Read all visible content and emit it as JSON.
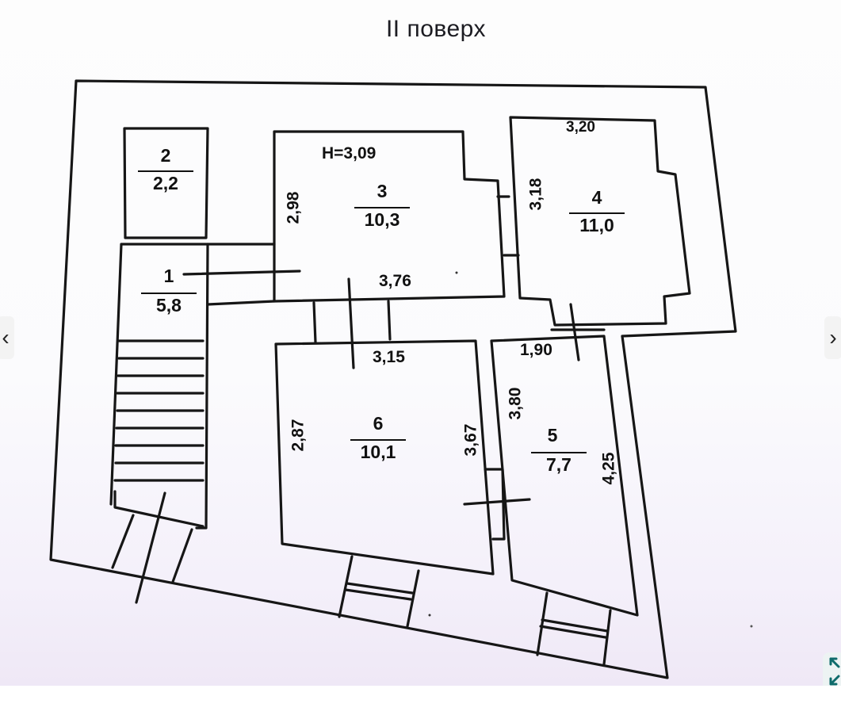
{
  "viewer": {
    "title": "II поверх",
    "height_label": "H=3,09",
    "rooms": [
      {
        "number": "1",
        "area": "5,8"
      },
      {
        "number": "2",
        "area": "2,2"
      },
      {
        "number": "3",
        "area": "10,3"
      },
      {
        "number": "4",
        "area": "11,0"
      },
      {
        "number": "5",
        "area": "7,7"
      },
      {
        "number": "6",
        "area": "10,1"
      }
    ],
    "dimensions": {
      "d298": "2,98",
      "d376": "3,76",
      "d318": "3,18",
      "d320": "3,20",
      "d315": "3,15",
      "d190": "1,90",
      "d287": "2,87",
      "d367": "3,67",
      "d380": "3,80",
      "d425": "4,25"
    },
    "prev_icon": "‹",
    "next_icon": "›",
    "icons": {
      "prev": "chevron-left-icon",
      "next": "chevron-right-icon",
      "fullscreen": "expand-icon"
    }
  }
}
